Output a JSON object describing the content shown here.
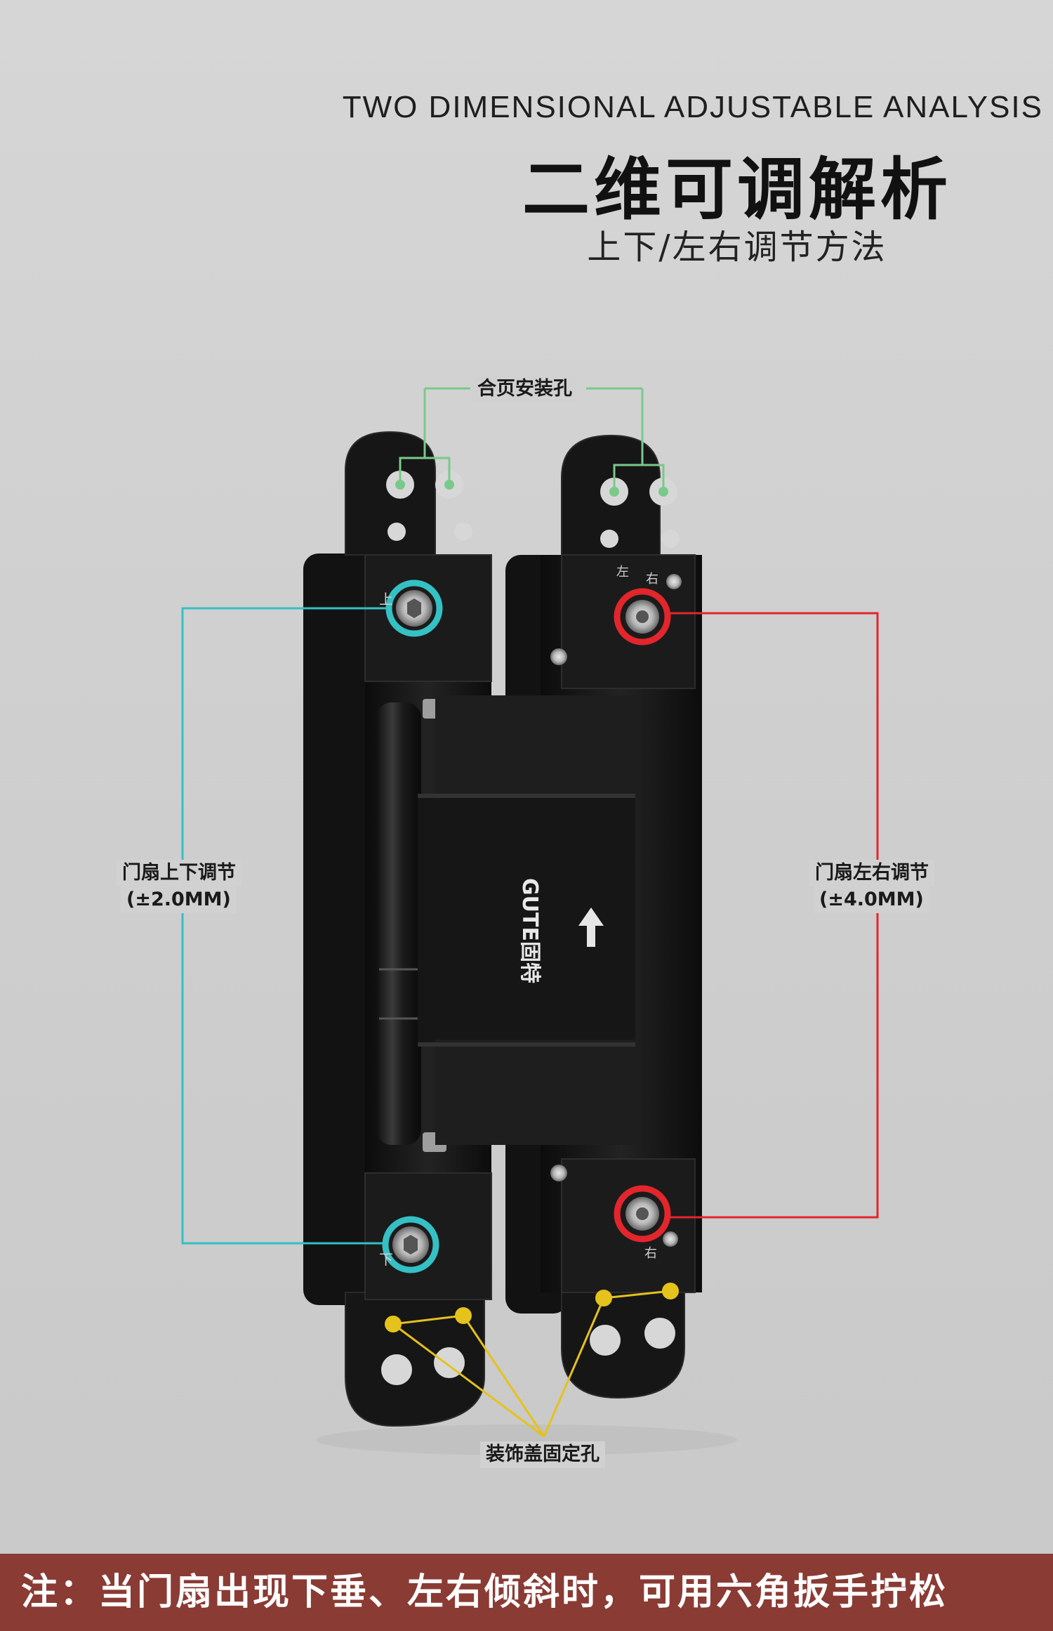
{
  "header": {
    "title_en": "TWO DIMENSIONAL ADJUSTABLE ANALYSIS",
    "title_cn": "二维可调解析",
    "subtitle": "上下/左右调节方法"
  },
  "callouts": {
    "mounting_holes": "合页安装孔",
    "vertical_adjust": "门扇上下调节",
    "vertical_range": "(±2.0MM)",
    "lateral_adjust": "门扇左右调节",
    "lateral_range": "(±4.0MM)",
    "cover_holes": "装饰盖固定孔"
  },
  "product": {
    "brand": "GUTE固特",
    "mark_up": "上",
    "mark_down": "下",
    "mark_left": "左",
    "mark_right": "右"
  },
  "note": {
    "text": "注：当门扇出现下垂、左右倾斜时，可用六角扳手拧松"
  },
  "colors": {
    "vertical_line": "#35c0c4",
    "lateral_line": "#e2262c",
    "mounting_line": "#79c98a",
    "cover_line": "#e5c21c",
    "note_bar": "#8a3b34",
    "hinge_body": "#141414"
  }
}
